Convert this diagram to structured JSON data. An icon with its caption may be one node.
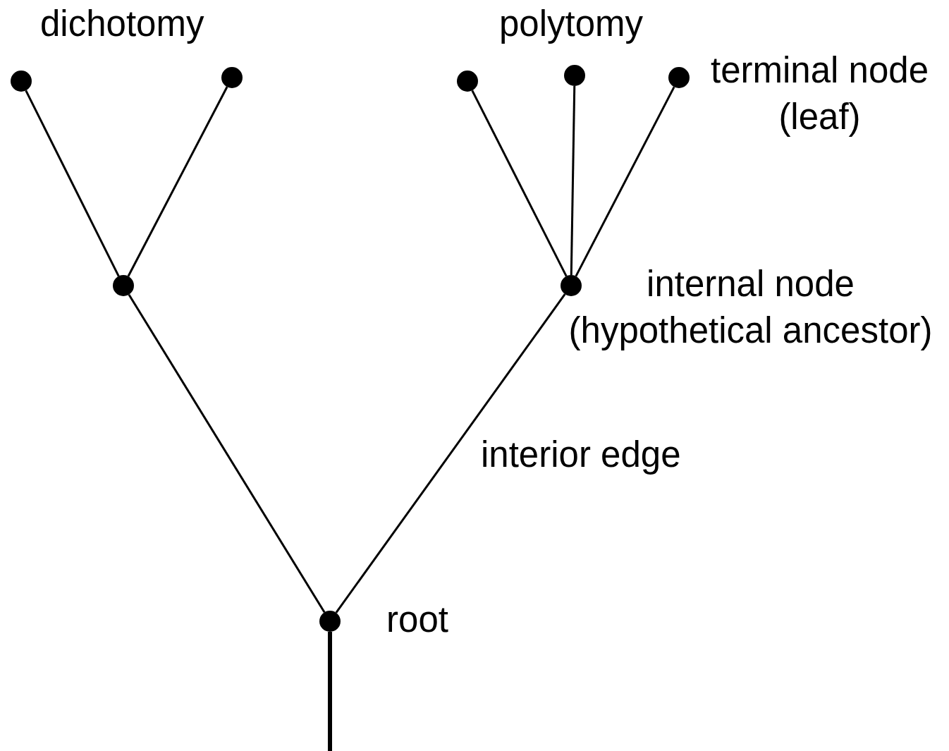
{
  "diagram": {
    "nodes": [
      {
        "text": [],
        "shape": "circle"
      },
      {
        "text": [],
        "shape": "circle"
      },
      {
        "text": [],
        "shape": "circle"
      },
      {
        "text": [],
        "shape": "circle"
      },
      {
        "text": [],
        "shape": "circle",
        "beside": [
          "terminal node (leaf)"
        ]
      },
      {
        "text": [],
        "shape": "circle"
      },
      {
        "text": [],
        "shape": "circle",
        "beside": [
          "internal node (hypothetical ancestor)"
        ]
      },
      {
        "text": [],
        "shape": "circle",
        "beside": [
          "root"
        ]
      }
    ],
    "edges": [
      {
        "from": 5,
        "to": 0,
        "arrow": "none"
      },
      {
        "from": 5,
        "to": 1,
        "arrow": "none"
      },
      {
        "from": 6,
        "to": 2,
        "arrow": "none"
      },
      {
        "from": 6,
        "to": 3,
        "arrow": "none"
      },
      {
        "from": 6,
        "to": 4,
        "arrow": "none"
      },
      {
        "from": 7,
        "to": 5,
        "arrow": "none"
      },
      {
        "from": 7,
        "to": 6,
        "arrow": "none"
      },
      {
        "from": 7,
        "to": null,
        "arrow": "none",
        "style": "thick"
      }
    ],
    "labels": [
      "dichotomy",
      "polytomy",
      "interior edge"
    ]
  }
}
